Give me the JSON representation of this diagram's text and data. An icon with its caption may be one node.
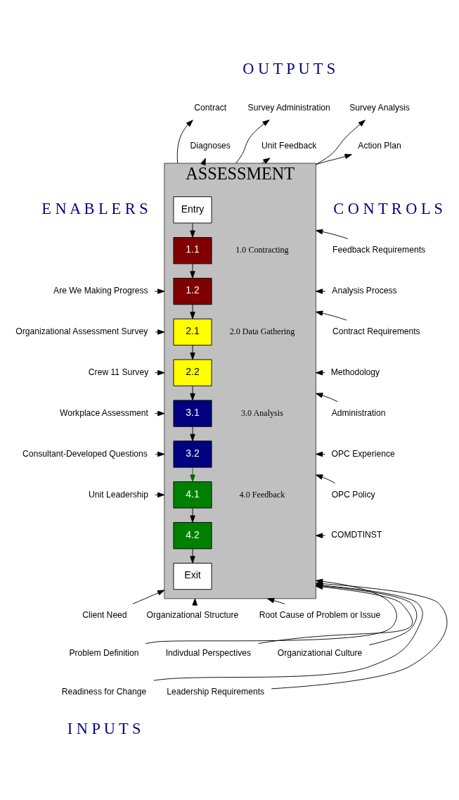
{
  "diagram": {
    "nodes": [
      {
        "text": [
          "ASSESSMENT"
        ]
      },
      {
        "text": [
          "Entry"
        ],
        "in": 0
      },
      {
        "text": [
          "1.1"
        ],
        "in": 0
      },
      {
        "text": [
          "1.2"
        ],
        "in": 0
      },
      {
        "text": [
          "2.1"
        ],
        "in": 0
      },
      {
        "text": [
          "2.2"
        ],
        "in": 0
      },
      {
        "text": [
          "3.1"
        ],
        "in": 0
      },
      {
        "text": [
          "3.2"
        ],
        "in": 0
      },
      {
        "text": [
          "4.1"
        ],
        "in": 0
      },
      {
        "text": [
          "4.2"
        ],
        "in": 0
      },
      {
        "text": [
          "Exit"
        ],
        "in": 0
      },
      {
        "text": [
          "Contract"
        ]
      },
      {
        "text": [
          "Survey Administration"
        ]
      },
      {
        "text": [
          "Survey Analysis"
        ]
      },
      {
        "text": [
          "Diagnoses"
        ]
      },
      {
        "text": [
          "Unit Feedback"
        ]
      },
      {
        "text": [
          "Action Plan"
        ]
      },
      {
        "text": [
          "Client Need"
        ]
      },
      {
        "text": [
          "Organizational Structure"
        ]
      },
      {
        "text": [
          "Root Cause of Problem or Issue"
        ]
      },
      {
        "text": [
          "Problem Definition"
        ]
      },
      {
        "text": [
          "Indivdual Perspectives"
        ]
      },
      {
        "text": [
          "Organizational Culture"
        ]
      },
      {
        "text": [
          "Readiness for Change"
        ]
      },
      {
        "text": [
          "Leadership Requirements"
        ]
      },
      {
        "text": [
          "Are We Making Progress"
        ]
      },
      {
        "text": [
          "Organizational Assessment Survey"
        ]
      },
      {
        "text": [
          "Crew 11 Survey"
        ]
      },
      {
        "text": [
          "Workplace Assessment"
        ]
      },
      {
        "text": [
          "Consultant-Developed Questions"
        ]
      },
      {
        "text": [
          "Unit Leadership"
        ]
      },
      {
        "text": [
          "Feedback Requirements"
        ]
      },
      {
        "text": [
          "Analysis Process"
        ]
      },
      {
        "text": [
          "Contract Requirements"
        ]
      },
      {
        "text": [
          "Methodology"
        ]
      },
      {
        "text": [
          "Administration"
        ]
      },
      {
        "text": [
          "OPC Experience"
        ]
      },
      {
        "text": [
          "OPC Policy"
        ]
      },
      {
        "text": [
          "COMDTINST"
        ]
      }
    ],
    "edges": [
      {
        "from": 1,
        "to": 2,
        "arrow": "to"
      },
      {
        "from": 2,
        "to": 3,
        "arrow": "to"
      },
      {
        "from": 3,
        "to": 4,
        "arrow": "to"
      },
      {
        "from": 4,
        "to": 5,
        "arrow": "to"
      },
      {
        "from": 5,
        "to": 6,
        "arrow": "to"
      },
      {
        "from": 6,
        "to": 7,
        "arrow": "to"
      },
      {
        "from": 7,
        "to": 8,
        "arrow": "to",
        "color": "#006400"
      },
      {
        "from": 8,
        "to": 9,
        "arrow": "to"
      },
      {
        "from": 9,
        "to": 10,
        "arrow": "to"
      },
      {
        "from": 0,
        "to": 11,
        "arrow": "to"
      },
      {
        "from": 0,
        "to": 12,
        "arrow": "to"
      },
      {
        "from": 0,
        "to": 13,
        "arrow": "to"
      },
      {
        "from": 0,
        "to": 14,
        "arrow": "to"
      },
      {
        "from": 0,
        "to": 15,
        "arrow": "to"
      },
      {
        "from": 0,
        "to": 16,
        "arrow": "to"
      },
      {
        "from": 17,
        "to": 0,
        "arrow": "to"
      },
      {
        "from": 18,
        "to": 0,
        "arrow": "to"
      },
      {
        "from": 19,
        "to": 0,
        "arrow": "to"
      },
      {
        "from": 20,
        "to": 0,
        "arrow": "to"
      },
      {
        "from": 21,
        "to": 0,
        "arrow": "to"
      },
      {
        "from": 22,
        "to": 0,
        "arrow": "to"
      },
      {
        "from": 23,
        "to": 0,
        "arrow": "to"
      },
      {
        "from": 24,
        "to": 0,
        "arrow": "to"
      },
      {
        "from": 25,
        "to": 0,
        "arrow": "to"
      },
      {
        "from": 26,
        "to": 0,
        "arrow": "to"
      },
      {
        "from": 27,
        "to": 0,
        "arrow": "to"
      },
      {
        "from": 28,
        "to": 0,
        "arrow": "to"
      },
      {
        "from": 29,
        "to": 0,
        "arrow": "to"
      },
      {
        "from": 30,
        "to": 0,
        "arrow": "to"
      },
      {
        "from": 31,
        "to": 0,
        "arrow": "to"
      },
      {
        "from": 32,
        "to": 0,
        "arrow": "to"
      },
      {
        "from": 33,
        "to": 0,
        "arrow": "to"
      },
      {
        "from": 34,
        "to": 0,
        "arrow": "to"
      },
      {
        "from": 35,
        "to": 0,
        "arrow": "to"
      },
      {
        "from": 36,
        "to": 0,
        "arrow": "to"
      },
      {
        "from": 37,
        "to": 0,
        "arrow": "to"
      },
      {
        "from": 38,
        "to": 0,
        "arrow": "to"
      }
    ],
    "labels": [
      "O U T P U T S",
      "1.0 Contracting",
      "2.0 Data Gathering",
      "3.0 Analysis",
      "4.0 Feedback",
      "E N A B L E R S",
      "C O N T R O L S",
      "I N P U T S"
    ]
  }
}
